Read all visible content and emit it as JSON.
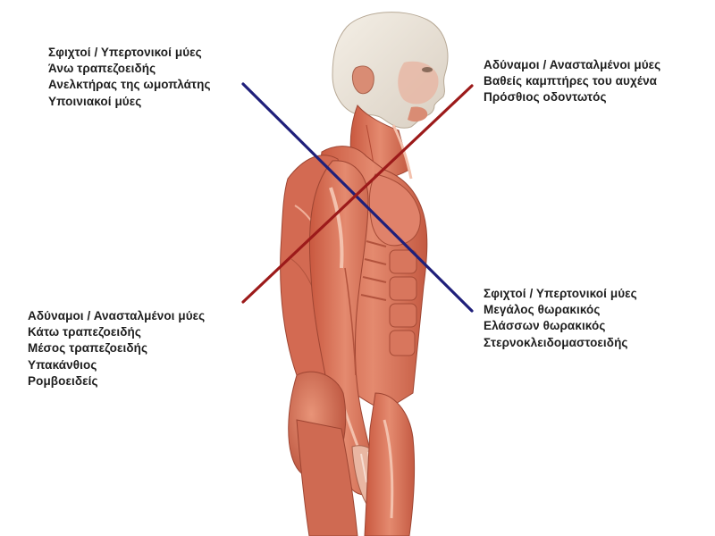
{
  "upper_left": {
    "heading": "Σφιχτοί / Υπερτονικοί μύες",
    "items": [
      "Άνω τραπεζοειδής",
      "Ανελκτήρας της ωμοπλάτης",
      "Υποινιακοί μύες"
    ]
  },
  "upper_right": {
    "heading": "Αδύναμοι / Ανασταλμένοι μύες",
    "items": [
      "Βαθείς καμπτήρες του αυχένα",
      "Πρόσθιος οδοντωτός"
    ]
  },
  "lower_left": {
    "heading": "Αδύναμοι / Ανασταλμένοι μύες",
    "items": [
      "Κάτω τραπεζοειδής",
      "Μέσος τραπεζοειδής",
      "Υπακάνθιος",
      "Ρομβοειδείς"
    ]
  },
  "lower_right": {
    "heading": "Σφιχτοί / Υπερτονικοί μύες",
    "items": [
      "Μεγάλος θωρακικός",
      "Ελάσσων θωρακικός",
      "Στερνοκλειδομαστοειδής"
    ]
  },
  "colors": {
    "tight_line": "#1f1f7a",
    "weak_line": "#9c1a1a",
    "muscle": "#d9735a",
    "text": "#1e1e1e"
  }
}
